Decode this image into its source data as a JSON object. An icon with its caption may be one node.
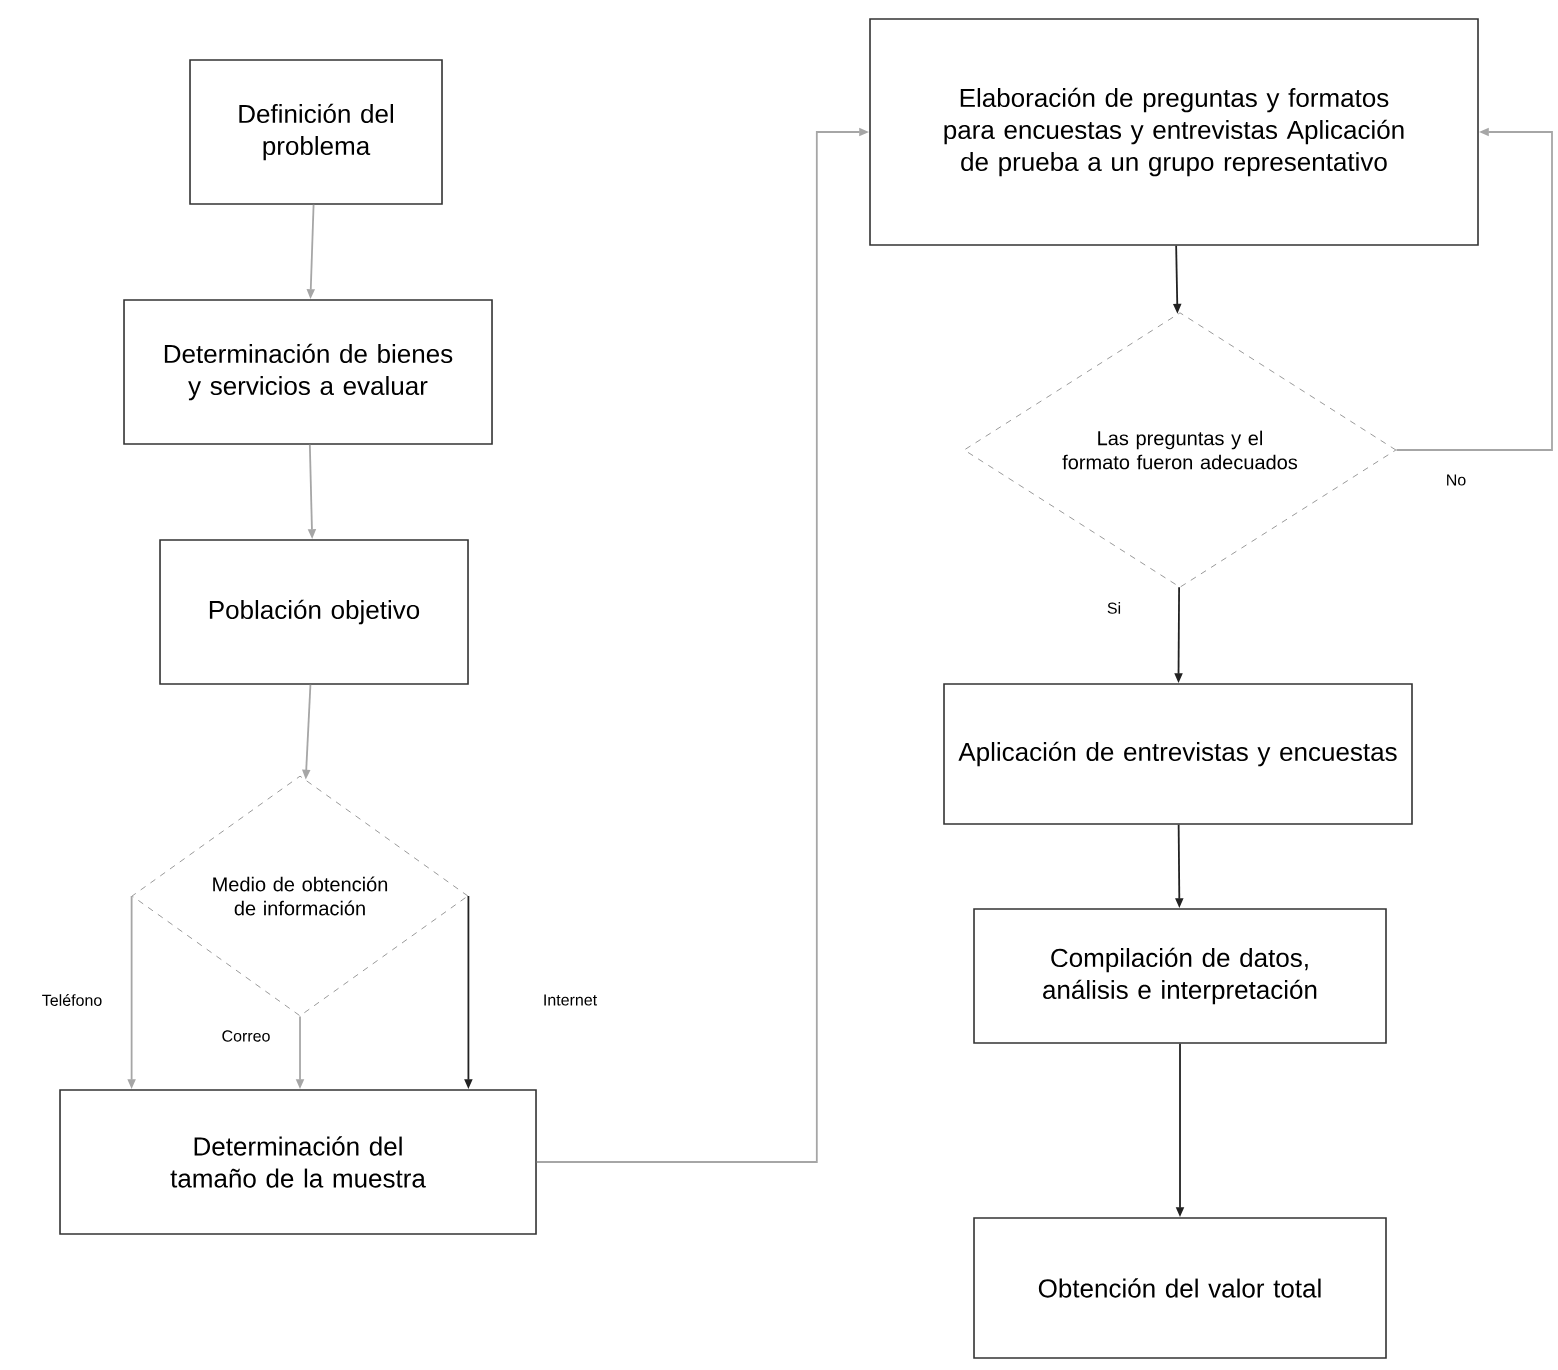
{
  "diagram": {
    "nodes": [
      {
        "text": [
          "Definición del problema"
        ]
      },
      {
        "text": [
          "Determinación de bienes y servicios a evaluar"
        ]
      },
      {
        "text": [
          "Población objetivo"
        ]
      },
      {
        "text": [
          "Medio de obtención de información"
        ]
      },
      {
        "text": [
          "Determinación del tamaño de la muestra"
        ]
      },
      {
        "text": [
          "Elaboración de preguntas y formatos para encuestas y entrevistas Aplicación de prueba a un grupo representativo"
        ]
      },
      {
        "text": [
          "Las preguntas y el formato fueron adecuados"
        ]
      },
      {
        "text": [
          "Aplicación de entrevistas y encuestas"
        ]
      },
      {
        "text": [
          "Compilación de datos, análisis e interpretación"
        ]
      },
      {
        "text": [
          "Obtención del valor total"
        ]
      }
    ],
    "edges": [
      {
        "from": 0,
        "to": 1,
        "arrow": "to"
      },
      {
        "from": 1,
        "to": 2,
        "arrow": "to"
      },
      {
        "from": 2,
        "to": 3,
        "arrow": "to"
      },
      {
        "from": 3,
        "to": 4,
        "arrow": "to",
        "label": "Teléfono"
      },
      {
        "from": 3,
        "to": 4,
        "arrow": "to",
        "label": "Correo"
      },
      {
        "from": 3,
        "to": 4,
        "arrow": "to",
        "label": "Internet",
        "color": "#222222"
      },
      {
        "from": 4,
        "to": 5,
        "arrow": "to"
      },
      {
        "from": 5,
        "to": 6,
        "arrow": "to",
        "color": "#222222"
      },
      {
        "from": 6,
        "to": 5,
        "arrow": "to",
        "label": "No"
      },
      {
        "from": 6,
        "to": 7,
        "arrow": "to",
        "label": "Si",
        "color": "#222222"
      },
      {
        "from": 7,
        "to": 8,
        "arrow": "to",
        "color": "#222222"
      },
      {
        "from": 8,
        "to": 9,
        "arrow": "to",
        "color": "#222222"
      }
    ]
  }
}
